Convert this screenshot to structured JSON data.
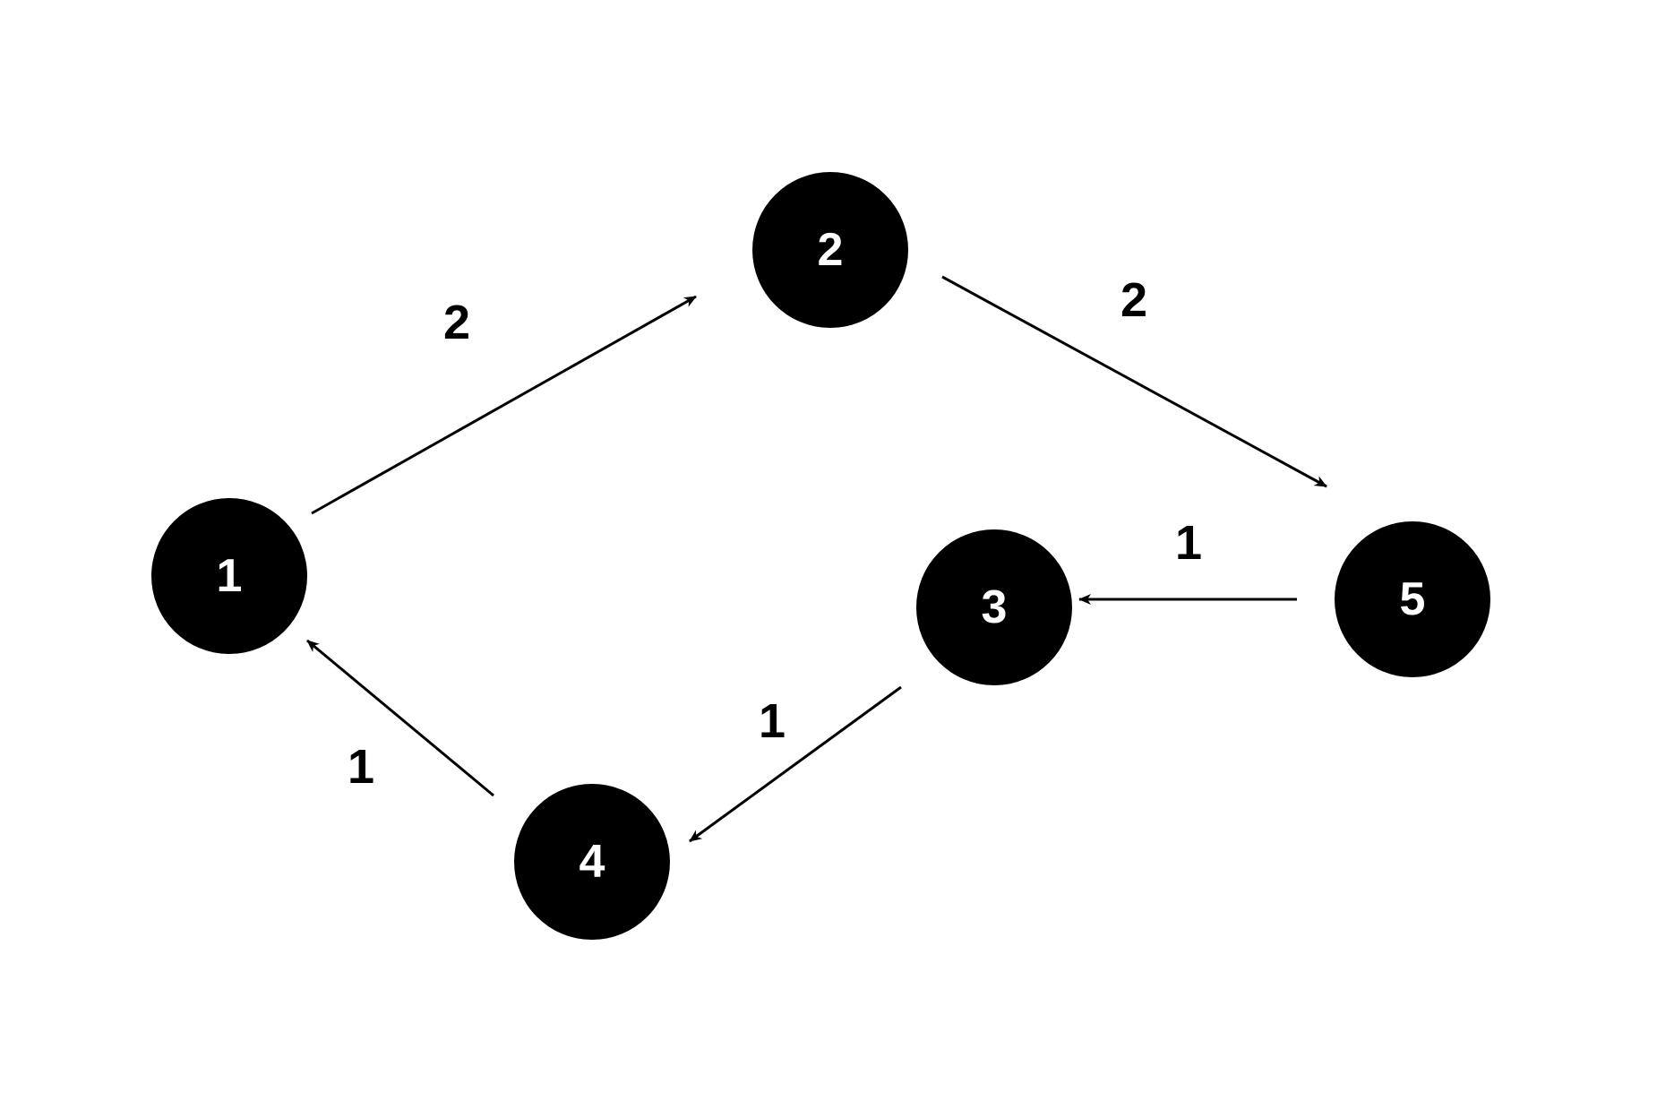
{
  "colors": {
    "background": "#ffffff",
    "node_fill": "#000000",
    "node_text": "#ffffff",
    "edge": "#000000"
  },
  "nodes": [
    {
      "id": "1",
      "label": "1"
    },
    {
      "id": "2",
      "label": "2"
    },
    {
      "id": "3",
      "label": "3"
    },
    {
      "id": "4",
      "label": "4"
    },
    {
      "id": "5",
      "label": "5"
    }
  ],
  "edges": [
    {
      "from": "1",
      "to": "2",
      "weight": "2"
    },
    {
      "from": "2",
      "to": "5",
      "weight": "2"
    },
    {
      "from": "5",
      "to": "3",
      "weight": "1"
    },
    {
      "from": "3",
      "to": "4",
      "weight": "1"
    },
    {
      "from": "4",
      "to": "1",
      "weight": "1"
    }
  ]
}
